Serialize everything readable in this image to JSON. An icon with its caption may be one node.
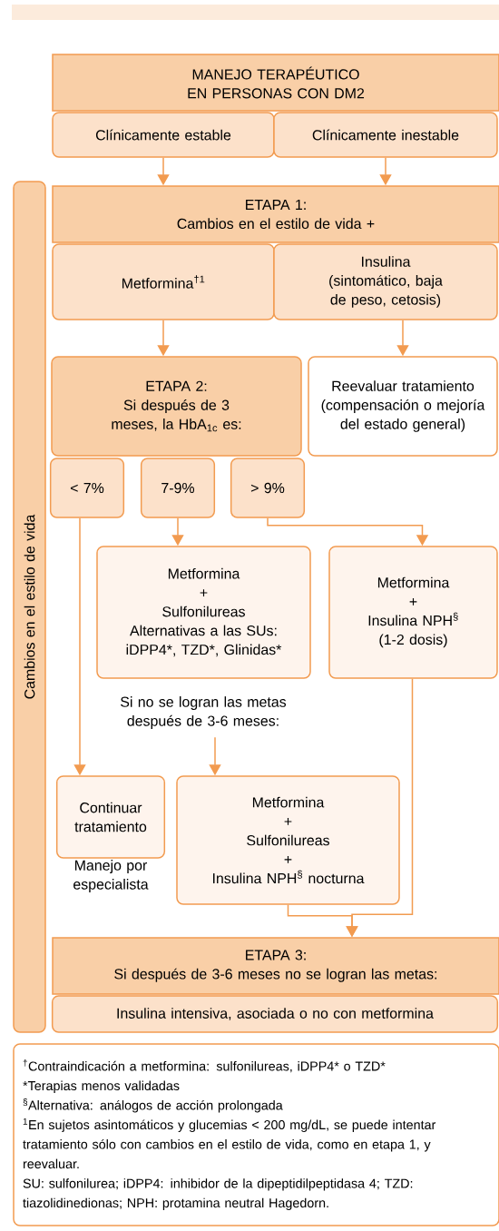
{
  "diagram": {
    "nodes": [
      {
        "text": [
          "MANEJO TERAPÉUTICO EN PERSONAS CON DM2"
        ]
      },
      {
        "text": [
          "Clínicamente estable"
        ]
      },
      {
        "text": [
          "Clínicamente inestable"
        ]
      },
      {
        "text": [
          "ETAPA 1:",
          "Cambios en el estilo de vida +"
        ]
      },
      {
        "text": [
          "Metformina$^{†1}$"
        ]
      },
      {
        "text": [
          "Insulina",
          "(sintomático, baja de peso, cetosis)"
        ]
      },
      {
        "text": [
          "ETAPA 2:",
          "Si después de 3 meses, la HbA$_{1c}$ es:"
        ]
      },
      {
        "text": [
          "Reevaluar tratamiento",
          "(compensación o mejoría del estado general)"
        ]
      },
      {
        "text": [
          "< 7%"
        ]
      },
      {
        "text": [
          "7-9%"
        ]
      },
      {
        "text": [
          "> 9%"
        ]
      },
      {
        "text": [
          "Metformina",
          "+",
          "Sulfonilureas",
          "Alternativas a las SUs: iDPP4*, TZD*, Glinidas*"
        ]
      },
      {
        "text": [
          "Metformina",
          "+",
          "Insulina NPH$^{§}$",
          "(1-2 dosis)"
        ]
      },
      {
        "text": [
          "Si no se logran las metas después de 3-6 meses:"
        ]
      },
      {
        "text": [
          "Continuar tratamiento"
        ]
      },
      {
        "text": [
          "Metformina",
          "+",
          "Sulfonilureas",
          "+",
          "Insulina NPH$^{§}$ nocturna"
        ]
      },
      {
        "text": [
          "ETAPA 3:",
          "Si después de 3-6 meses no se logran las metas:"
        ]
      },
      {
        "text": [
          "Insulina intensiva, asociada o no con metformina"
        ]
      },
      {
        "text": [
          "Cambios en el estilo de vida"
        ]
      },
      {
        "text": [
          "$^{†}$Contraindicación a metformina: sulfonilureas, iDPP4* o TZD*",
          "*Terapias menos validadas",
          "$^{§}$Alternativa: análogos de acción prolongada",
          "$^{1}$En sujetos asintomáticos y glucemias < 200 mg/dL, se puede intentar tratamiento sólo con cambios en el estilo de vida, como en etapa 1, y reevaluar.",
          "SU: sulfonilurea; iDPP4: inhibidor de la dipeptidilpeptidasa 4; TZD: tiazolidinedionas; NPH: protamina neutral Hagedorn."
        ]
      }
    ],
    "edges": [
      {
        "from": 1,
        "to": 3,
        "arrow": "to"
      },
      {
        "from": 2,
        "to": 3,
        "arrow": "to"
      },
      {
        "from": 4,
        "to": 6,
        "arrow": "to"
      },
      {
        "from": 5,
        "to": 7,
        "arrow": "to"
      },
      {
        "from": 8,
        "to": 14,
        "arrow": "to"
      },
      {
        "from": 9,
        "to": 11,
        "arrow": "to"
      },
      {
        "from": 10,
        "to": 12,
        "arrow": "to"
      },
      {
        "from": 13,
        "to": 15,
        "arrow": "to"
      },
      {
        "from": 15,
        "to": 16,
        "arrow": "to"
      },
      {
        "from": 12,
        "to": 16,
        "arrow": "to"
      }
    ],
    "labels": [
      "Manejo por especialista"
    ]
  }
}
